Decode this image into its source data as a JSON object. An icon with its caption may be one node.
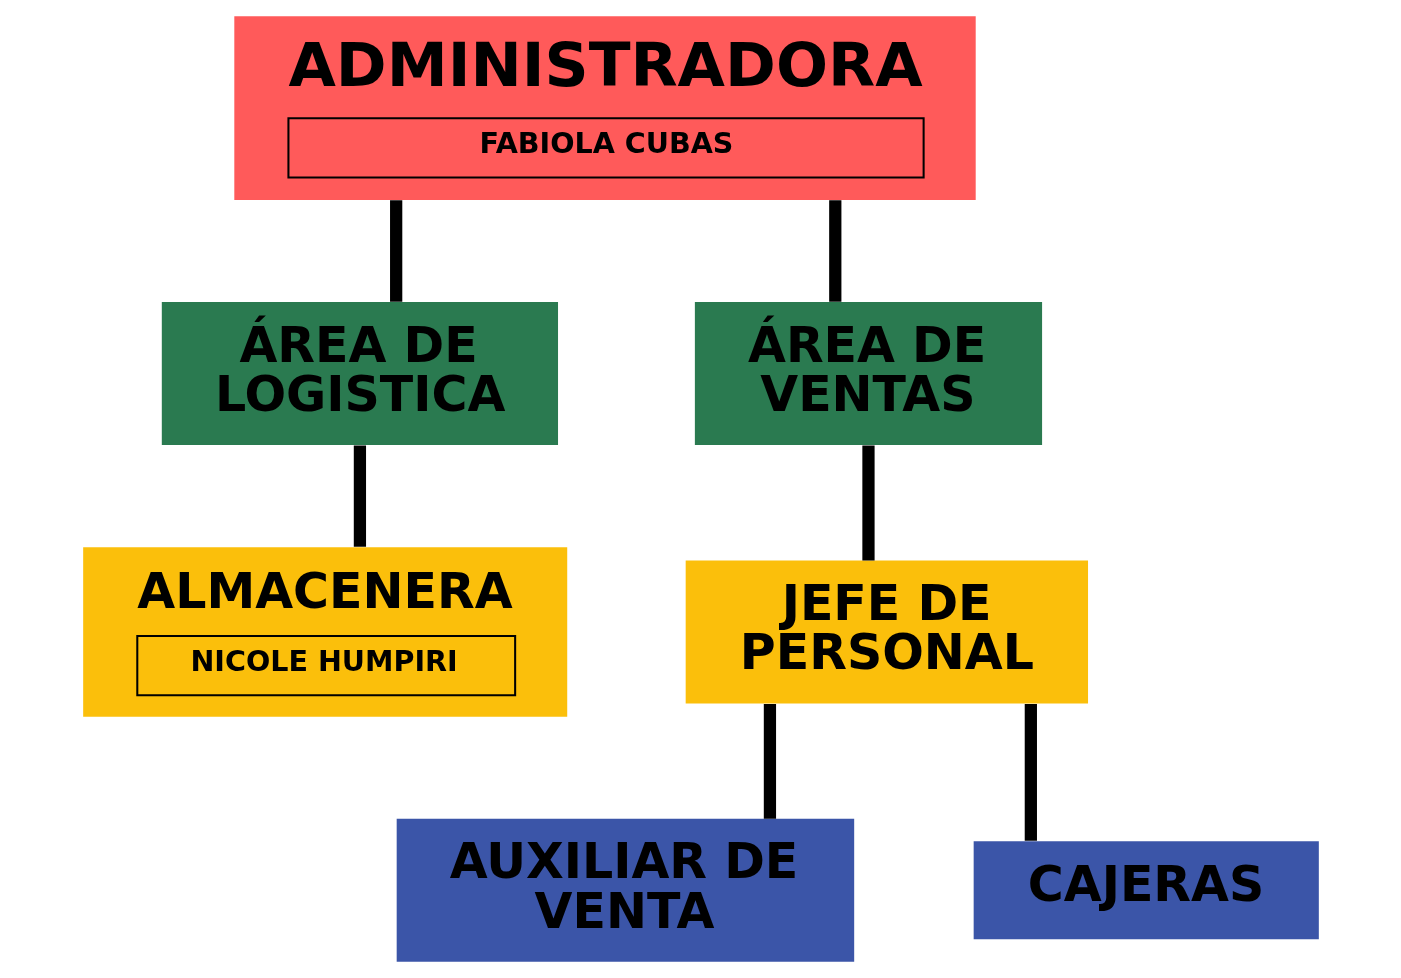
{
  "diagram": {
    "nodes": [
      {
        "text": [
          "ADMINISTRADORA",
          "FABIOLA CUBAS"
        ]
      },
      {
        "text": [
          "ÁREA DE LOGISTICA"
        ]
      },
      {
        "text": [
          "ÁREA DE VENTAS"
        ]
      },
      {
        "text": [
          "ALMACENERA",
          "NICOLE HUMPIRI"
        ]
      },
      {
        "text": [
          "JEFE DE PERSONAL"
        ]
      },
      {
        "text": [
          "AUXILIAR DE VENTA"
        ]
      },
      {
        "text": [
          "CAJERAS"
        ]
      }
    ],
    "edges": [
      {
        "from": 0,
        "to": 1,
        "arrow": "none"
      },
      {
        "from": 0,
        "to": 2,
        "arrow": "none"
      },
      {
        "from": 1,
        "to": 3,
        "arrow": "none"
      },
      {
        "from": 2,
        "to": 4,
        "arrow": "none"
      },
      {
        "from": 4,
        "to": 5,
        "arrow": "none"
      },
      {
        "from": 4,
        "to": 6,
        "arrow": "none"
      }
    ]
  }
}
